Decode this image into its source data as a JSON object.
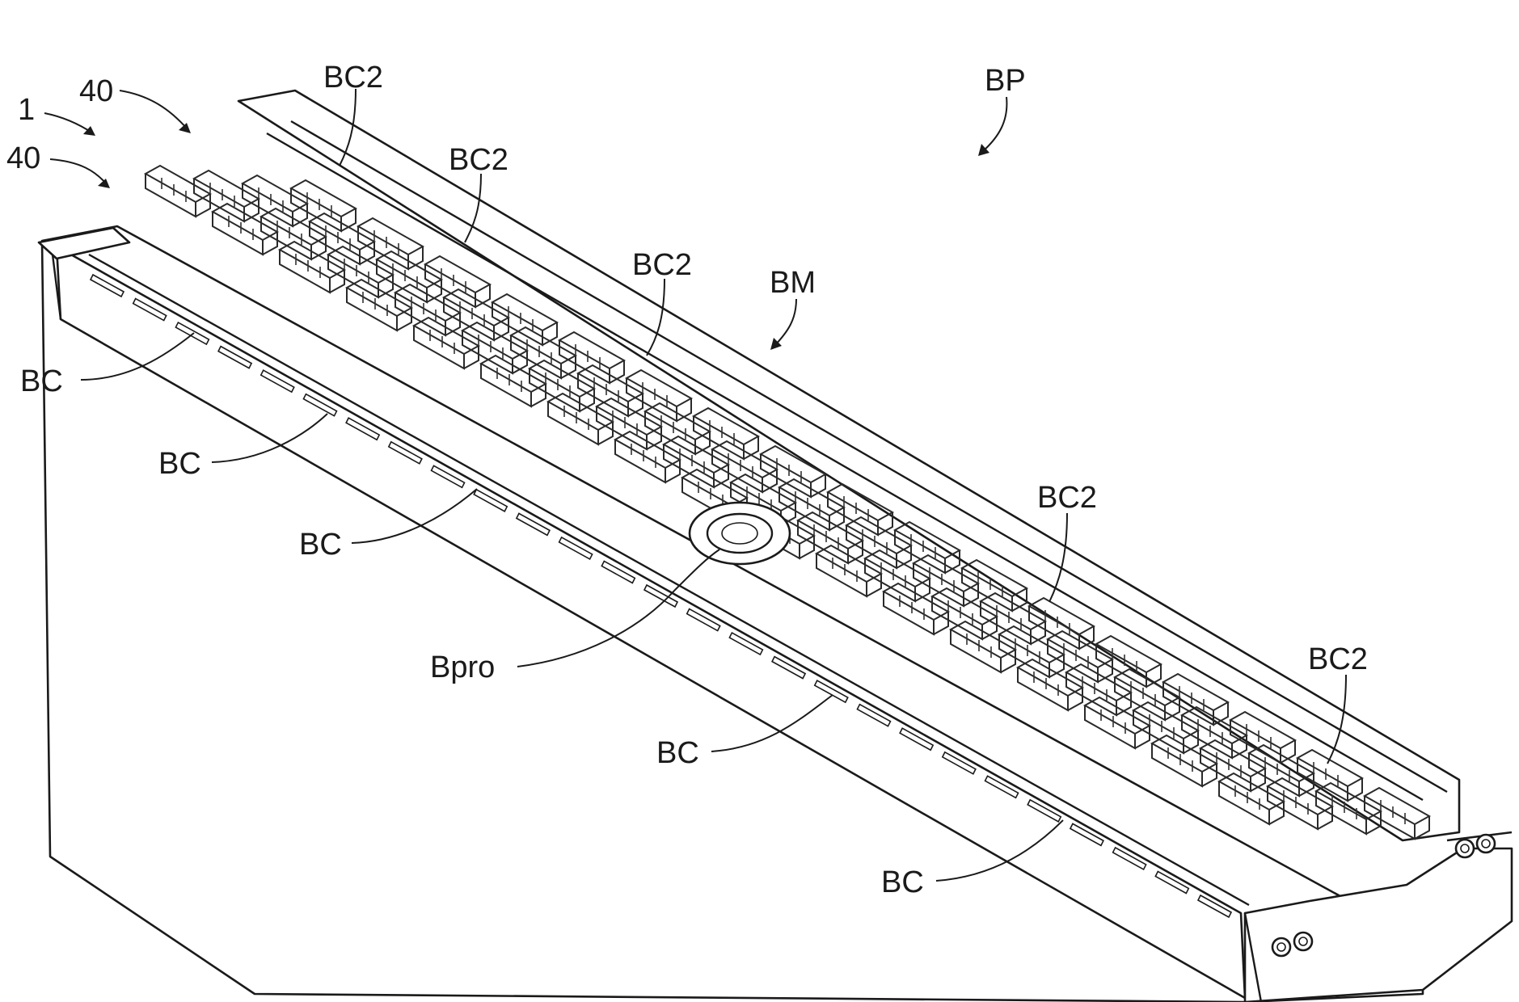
{
  "figure": {
    "labels": {
      "ref_1": "1",
      "ref_40_upper": "40",
      "ref_40_lower": "40",
      "bp": "BP",
      "bm": "BM",
      "bc2_a": "BC2",
      "bc2_b": "BC2",
      "bc2_c": "BC2",
      "bc2_d": "BC2",
      "bc2_e": "BC2",
      "bc_a": "BC",
      "bc_b": "BC",
      "bc_c": "BC",
      "bc_d": "BC",
      "bc_e": "BC",
      "bpro": "Bpro"
    },
    "colors": {
      "ink": "#1a1a1a",
      "paper": "#ffffff"
    }
  }
}
